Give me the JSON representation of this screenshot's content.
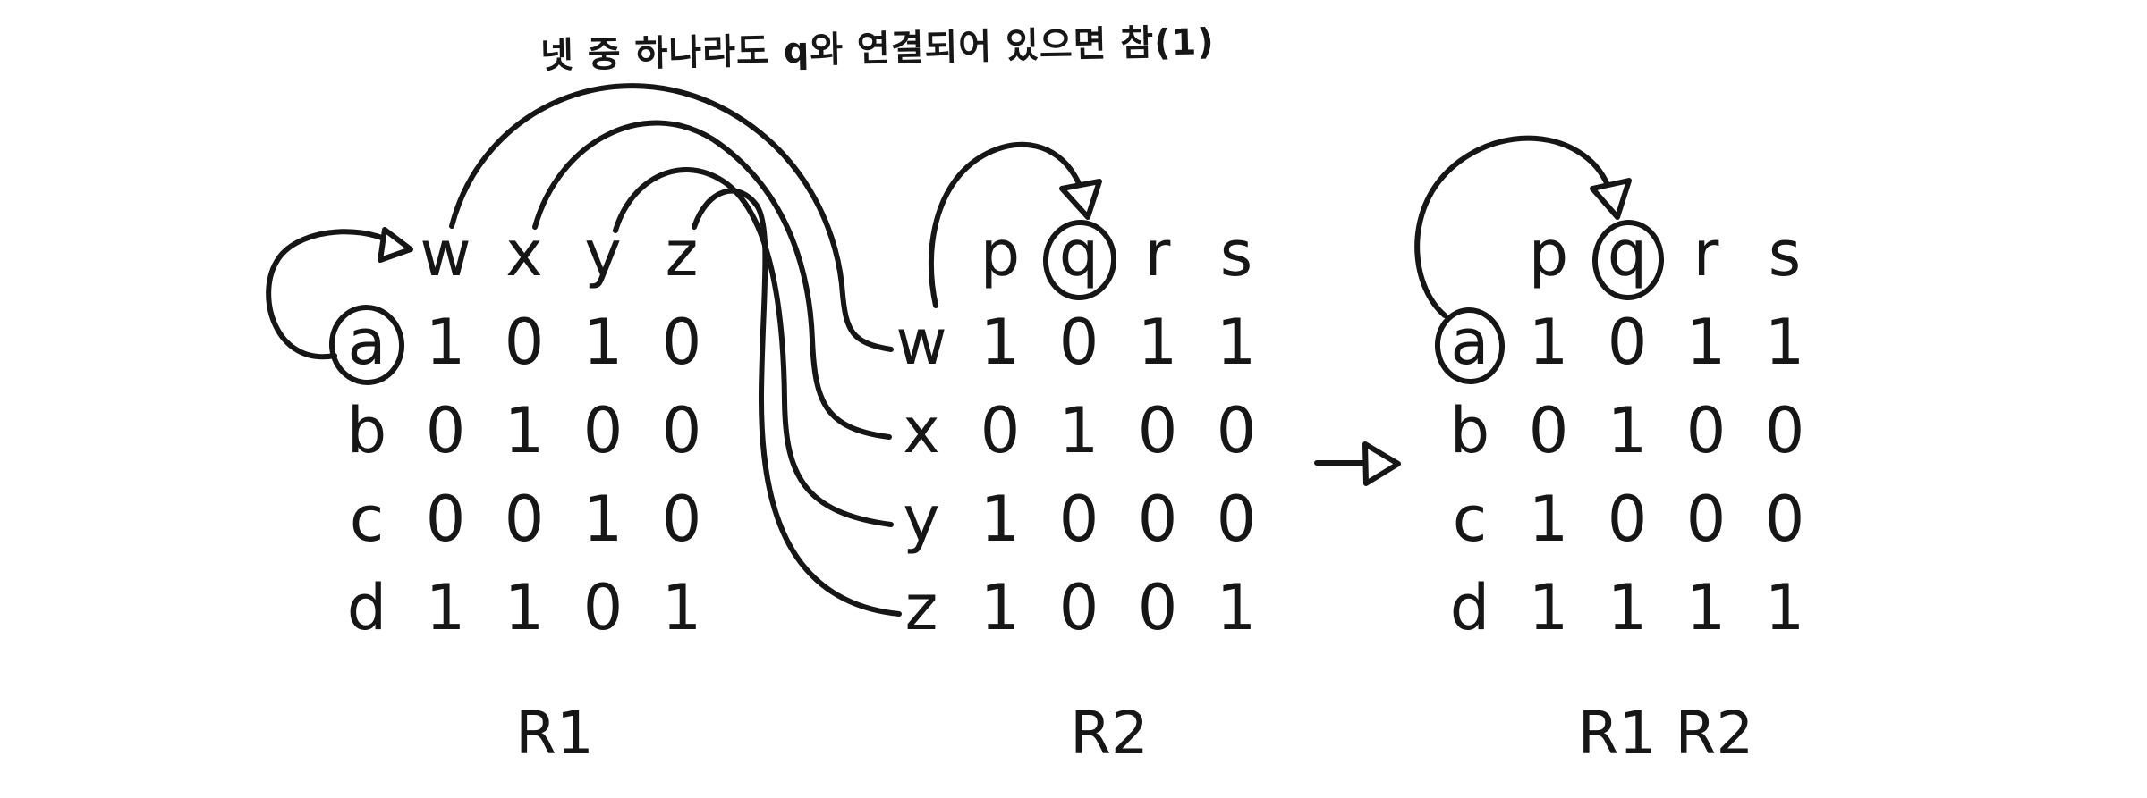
{
  "title": "넷 중 하나라도 q와 연결되어 있으면 참(1)",
  "colors": {
    "ink": "#161616",
    "background": "#ffffff"
  },
  "matrices": [
    {
      "name": "R1",
      "col_headers": [
        "w",
        "x",
        "y",
        "z"
      ],
      "row_headers": [
        "a",
        "b",
        "c",
        "d"
      ],
      "rows": [
        [
          "1",
          "0",
          "1",
          "0"
        ],
        [
          "0",
          "1",
          "0",
          "0"
        ],
        [
          "0",
          "0",
          "1",
          "0"
        ],
        [
          "1",
          "1",
          "0",
          "1"
        ]
      ]
    },
    {
      "name": "R2",
      "col_headers": [
        "p",
        "q",
        "r",
        "s"
      ],
      "row_headers": [
        "w",
        "x",
        "y",
        "z"
      ],
      "rows": [
        [
          "1",
          "0",
          "1",
          "1"
        ],
        [
          "0",
          "1",
          "0",
          "0"
        ],
        [
          "1",
          "0",
          "0",
          "0"
        ],
        [
          "1",
          "0",
          "0",
          "1"
        ]
      ]
    },
    {
      "name": "R1 R2",
      "col_headers": [
        "p",
        "q",
        "r",
        "s"
      ],
      "row_headers": [
        "a",
        "b",
        "c",
        "d"
      ],
      "rows": [
        [
          "1",
          "0",
          "1",
          "1"
        ],
        [
          "0",
          "1",
          "0",
          "0"
        ],
        [
          "1",
          "0",
          "0",
          "0"
        ],
        [
          "1",
          "1",
          "1",
          "1"
        ]
      ]
    }
  ],
  "annotations": {
    "circled": [
      "R1 row label a",
      "R2 column header q",
      "R1R2 row label a",
      "R1R2 column header q"
    ],
    "arrows": [
      "curved arrow from circled a to R1 column headers",
      "arc from R1 column w to R2 row w",
      "arc from R1 column x to R2 row x",
      "arc from R1 column y to R2 row y",
      "arc from R1 column z to R2 row z",
      "hook arrow pointing at circled q in R2",
      "rightward arrow from R2 block to R1R2 block",
      "hook arrow from circled a to circled q in R1R2"
    ]
  }
}
